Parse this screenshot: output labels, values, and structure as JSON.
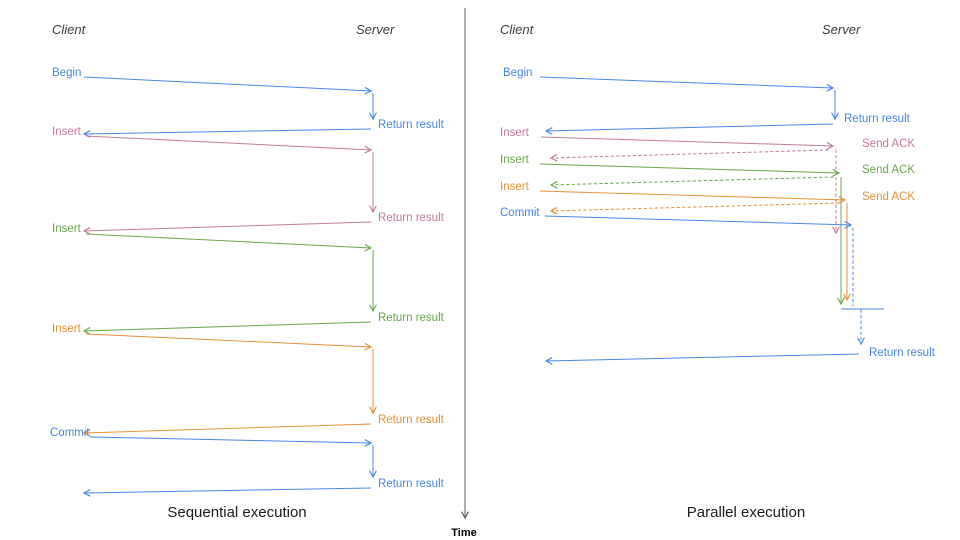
{
  "colors": {
    "blue": "#4a86e8",
    "pink": "#c27ba0",
    "green": "#6aa84f",
    "orange": "#e69138",
    "axis": "#595959"
  },
  "time_axis": {
    "label": "Time"
  },
  "left": {
    "title": "Sequential execution",
    "client_label": "Client",
    "server_label": "Server",
    "messages": {
      "begin": {
        "label": "Begin",
        "return_label": "Return result"
      },
      "insert1": {
        "label": "Insert",
        "return_label": "Return result"
      },
      "insert2": {
        "label": "Insert",
        "return_label": "Return result"
      },
      "insert3": {
        "label": "Insert",
        "return_label": "Return result"
      },
      "commit": {
        "label": "Commit",
        "return_label": "Return result"
      }
    }
  },
  "right": {
    "title": "Parallel execution",
    "client_label": "Client",
    "server_label": "Server",
    "messages": {
      "begin": {
        "label": "Begin",
        "return_label": "Return result"
      },
      "insert1": {
        "label": "Insert",
        "ack_label": "Send ACK"
      },
      "insert2": {
        "label": "Insert",
        "ack_label": "Send ACK"
      },
      "insert3": {
        "label": "Insert",
        "ack_label": "Send ACK"
      },
      "commit": {
        "label": "Commit",
        "return_label": "Return result"
      }
    }
  }
}
